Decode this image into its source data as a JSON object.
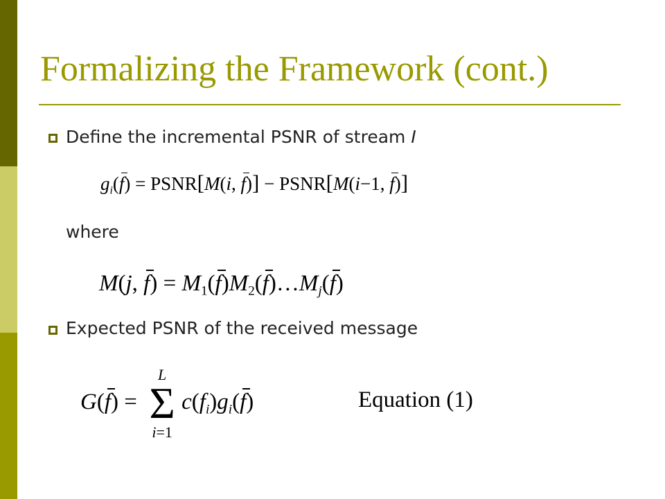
{
  "title": "Formalizing the Framework (cont.)",
  "bullets": [
    {
      "text": "Define the incremental PSNR of stream ",
      "italic": "I"
    },
    {
      "text": "Expected PSNR of the received message"
    }
  ],
  "where_label": "where",
  "equations": {
    "eq1": "g_i(f̄) = PSNR[M(i, f̄)] − PSNR[M(i−1, f̄)]",
    "eq2": "M(j, f̄) = M_1(f̄)M_2(f̄)…M_j(f̄)",
    "eq3": "G(f̄) = Σ_{i=1}^{L} c(f_i)g_i(f̄)"
  },
  "equation_label": "Equation (1)",
  "colors": {
    "title": "#999900",
    "bar_top": "#666600",
    "bar_mid": "#cccc66",
    "bar_bottom": "#999900"
  }
}
